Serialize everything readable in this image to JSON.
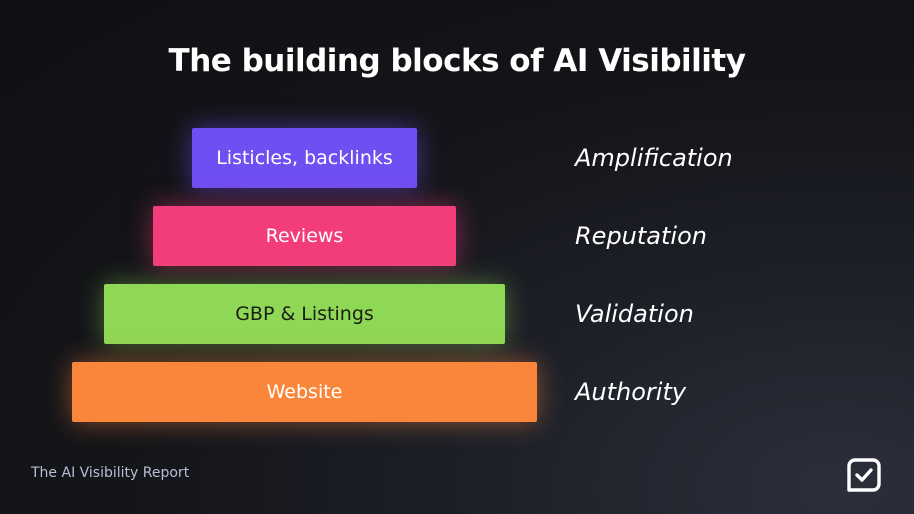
{
  "title": "The building blocks of AI Visibility",
  "pyramid": [
    {
      "block": "Listicles, backlinks",
      "role": "Amplification",
      "color": "#6f4ef2"
    },
    {
      "block": "Reviews",
      "role": "Reputation",
      "color": "#f33d7b"
    },
    {
      "block": "GBP & Listings",
      "role": "Validation",
      "color": "#8fd856"
    },
    {
      "block": "Website",
      "role": "Authority",
      "color": "#fa863c"
    }
  ],
  "footer": "The AI Visibility Report",
  "logo_icon": "chat-check-icon"
}
